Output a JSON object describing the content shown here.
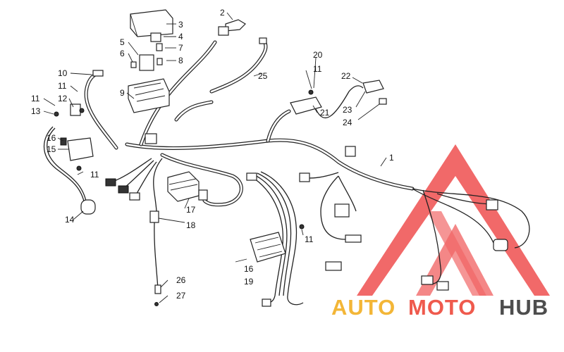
{
  "callouts": {
    "c1": "1",
    "c2": "2",
    "c3": "3",
    "c4": "4",
    "c5": "5",
    "c6": "6",
    "c7": "7",
    "c8": "8",
    "c9": "9",
    "c10": "10",
    "c11a": "11",
    "c11b": "11",
    "c11c": "11",
    "c11d": "11",
    "c11e": "11",
    "c12": "12",
    "c13": "13",
    "c14": "14",
    "c15": "15",
    "c16a": "16",
    "c16b": "16",
    "c17": "17",
    "c18": "18",
    "c19": "19",
    "c20": "20",
    "c21": "21",
    "c22": "22",
    "c23": "23",
    "c24": "24",
    "c25": "25",
    "c26": "26",
    "c27": "27"
  },
  "watermark": {
    "part1": "AUTO",
    "part2": "MOTO",
    "part3": "HUB",
    "colors": {
      "auto": "#f3b637",
      "moto": "#ef5a4d",
      "hub": "#4d4d4d",
      "logo": "#ef4f4f"
    }
  }
}
